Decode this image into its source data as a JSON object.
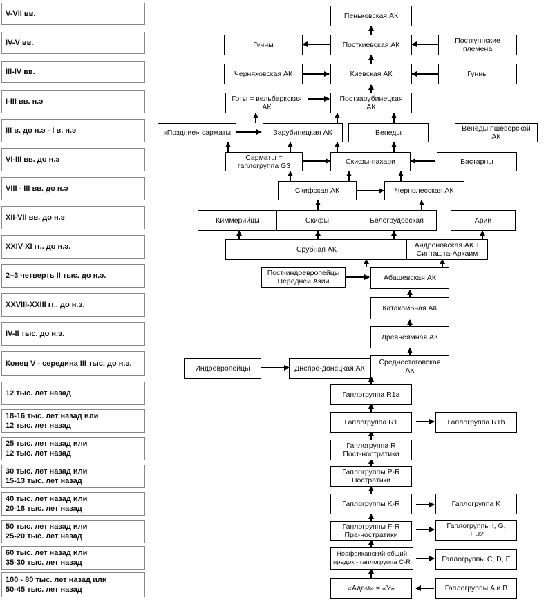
{
  "timeline": [
    "V-VII вв.",
    "IV-V вв.",
    "III-IV вв.",
    "I-III вв. н.э",
    "III в. до н.э - I в. н.э",
    "VI-III вв. до н.э",
    "VIII - III вв. до н.э",
    "XII-VII вв. до н.э",
    "XXIV-XI гг.. до н.э.",
    "2–3 четверть II тыс. до н.э.",
    "XXVIII-XXIII гг.. до н.э.",
    "IV-II тыс. до н.э.",
    "Конец V - середина III тыс. до н.э.",
    "12 тыс. лет назад",
    "18-16 тыс. лет назад или\n12 тыс. лет назад",
    "25 тыс. лет назад или\n12 тыс. лет назад",
    "30 тыс. лет назад или\n15-13 тыс. лет назад",
    "40 тыс. лет назад или\n20-18 тыс. лет назад",
    "50 тыс. лет назад или\n25-20 тыс. лет назад",
    "60 тыс. лет назад или\n35-30 тыс. лет назад",
    "100 - 80 тыс. лет назад или\n50-45 тыс. лет назад"
  ],
  "nodes": {
    "penkovskaya": "Пеньковская АК",
    "postkievskaya": "Посткиевская АК",
    "gunny_top": "Гунны",
    "postgunnskie": "Постгуннские\nплемена",
    "chernyakhovskaya": "Черняховская АК",
    "kievskaya": "Киевская АК",
    "gunny_right": "Гунны",
    "goty": "Готы = вельбаркская\nАК",
    "postzarubinetskaya": "Постзарубинецкая\nАК",
    "pozdnie_sarmaty": "«Поздние» сарматы",
    "zarubinetskaya": "Зарубинецкая АК",
    "venedy": "Венеды",
    "venedy_pshevorskoy": "Венеды пшеворской\nАК",
    "sarmaty": "Сарматы =\nгаплогруппа G3",
    "skify_pakhari": "Скифы-пахари",
    "bastarny": "Бастарны",
    "skifskaya": "Скифская АК",
    "chernolesskaya": "Чернолесская АК",
    "kimmeriytsy": "Киммерийцы",
    "skify": "Скифы",
    "belogrudovskaya": "Белогрудовская",
    "arii": "Арии",
    "srubnaya": "Срубная АК",
    "andronovskaya": "Андроновская АК +\nСинташта-Аркаим",
    "post_indoevropeytsy": "Пост-индоевропейцы\nПередней Азии",
    "abashevskaya": "Абашевская АК",
    "katakombnaya": "Катакомбная АК",
    "drevneyamnaya": "Древнеямная АК",
    "indoevropeytsy": "Индоевропейцы",
    "dnepro_donetskaya": "Днепро-донецкая АК",
    "srednestogovskaya": "Среднестоговская\nАК",
    "r1a": "Гаплогруппа R1a",
    "r1": "Гаплогруппа R1",
    "r1b": "Гаплогруппа R1b",
    "r": "Гаплогруппа R\nПост-ностратики",
    "pr": "Гаплогруппы P-R\nНостратики",
    "kr": "Гаплогруппы K-R",
    "k": "Гаплогруппа K",
    "fr": "Гаплогруппы F-R\nПра-ностратики",
    "ig": "Гаплогруппы I, G,\nJ, J2",
    "nonafrican": "Неафриканский общий\nпредок - гаплогруппа C-R",
    "cde": "Гаплогруппы C, D, E",
    "adam": "«Адам» = «У»",
    "ab": "Гаплогруппы A и B"
  }
}
